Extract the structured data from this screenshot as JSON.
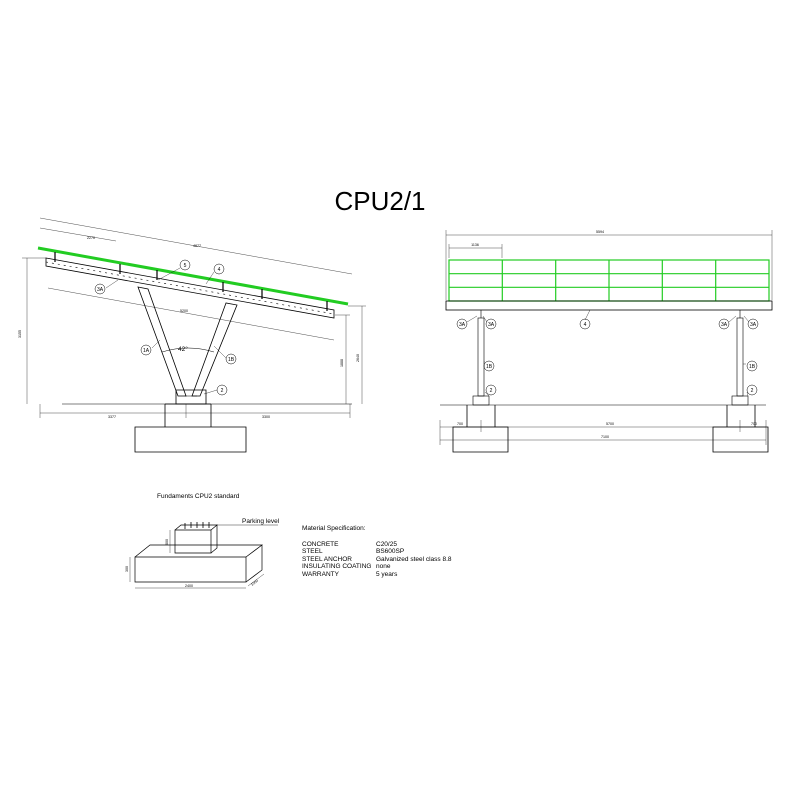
{
  "title": "CPU2/1",
  "side_view": {
    "dims": {
      "top_a": "2270",
      "top_b": "4877",
      "beam": "5200",
      "height": "3155",
      "right_a": "1888",
      "right_b": "2640",
      "foot_l": "3377",
      "foot_r": "3300"
    },
    "angle": "42°",
    "callouts": [
      "5",
      "4",
      "3A",
      "1A",
      "1B",
      "2"
    ]
  },
  "front_view": {
    "dims": {
      "total": "5594",
      "panel": "1136",
      "span": "5700",
      "overall": "7100",
      "edge_l": "700",
      "edge_r": "700"
    },
    "callouts": [
      "3A",
      "3A",
      "4",
      "3A",
      "3A",
      "1B",
      "1B",
      "2",
      "2"
    ]
  },
  "foundation": {
    "title": "Fundaments CPU2 standard",
    "parking_label": "Parking level",
    "dims": {
      "pier_h": "800",
      "base_h": "300",
      "length": "2400",
      "depth": "1000"
    }
  },
  "specification": {
    "heading": "Material Specification:",
    "rows": [
      {
        "key": "CONCRETE",
        "value": "C20/25"
      },
      {
        "key": "STEEL",
        "value": "BS600SP"
      },
      {
        "key": "STEEL ANCHOR",
        "value": "Galvanized steel class 8.8"
      },
      {
        "key": "INSULATING COATING",
        "value": "none"
      },
      {
        "key": "WARRANTY",
        "value": "5 years"
      }
    ]
  },
  "colors": {
    "panel": "#22cc22",
    "line": "#000000"
  }
}
